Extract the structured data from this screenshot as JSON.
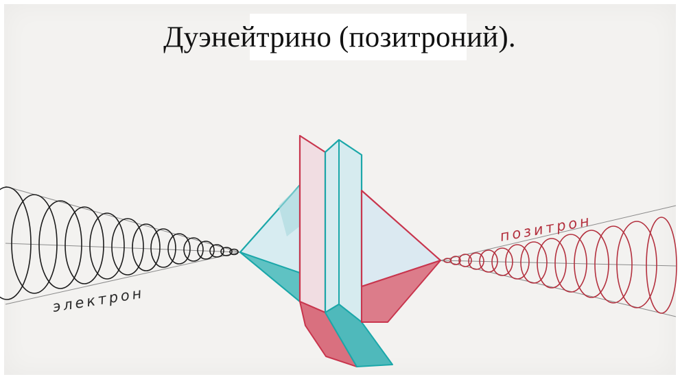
{
  "title": "Дуэнейтрино (позитроний).",
  "labels": {
    "electron": "электрон",
    "positron": "позитрон"
  },
  "colors": {
    "electron_ink": "#1b1b1b",
    "positron_ink": "#b3303e",
    "teal": "#1ba7a9",
    "crimson": "#c8354d",
    "paper": "#f3f2f0"
  }
}
